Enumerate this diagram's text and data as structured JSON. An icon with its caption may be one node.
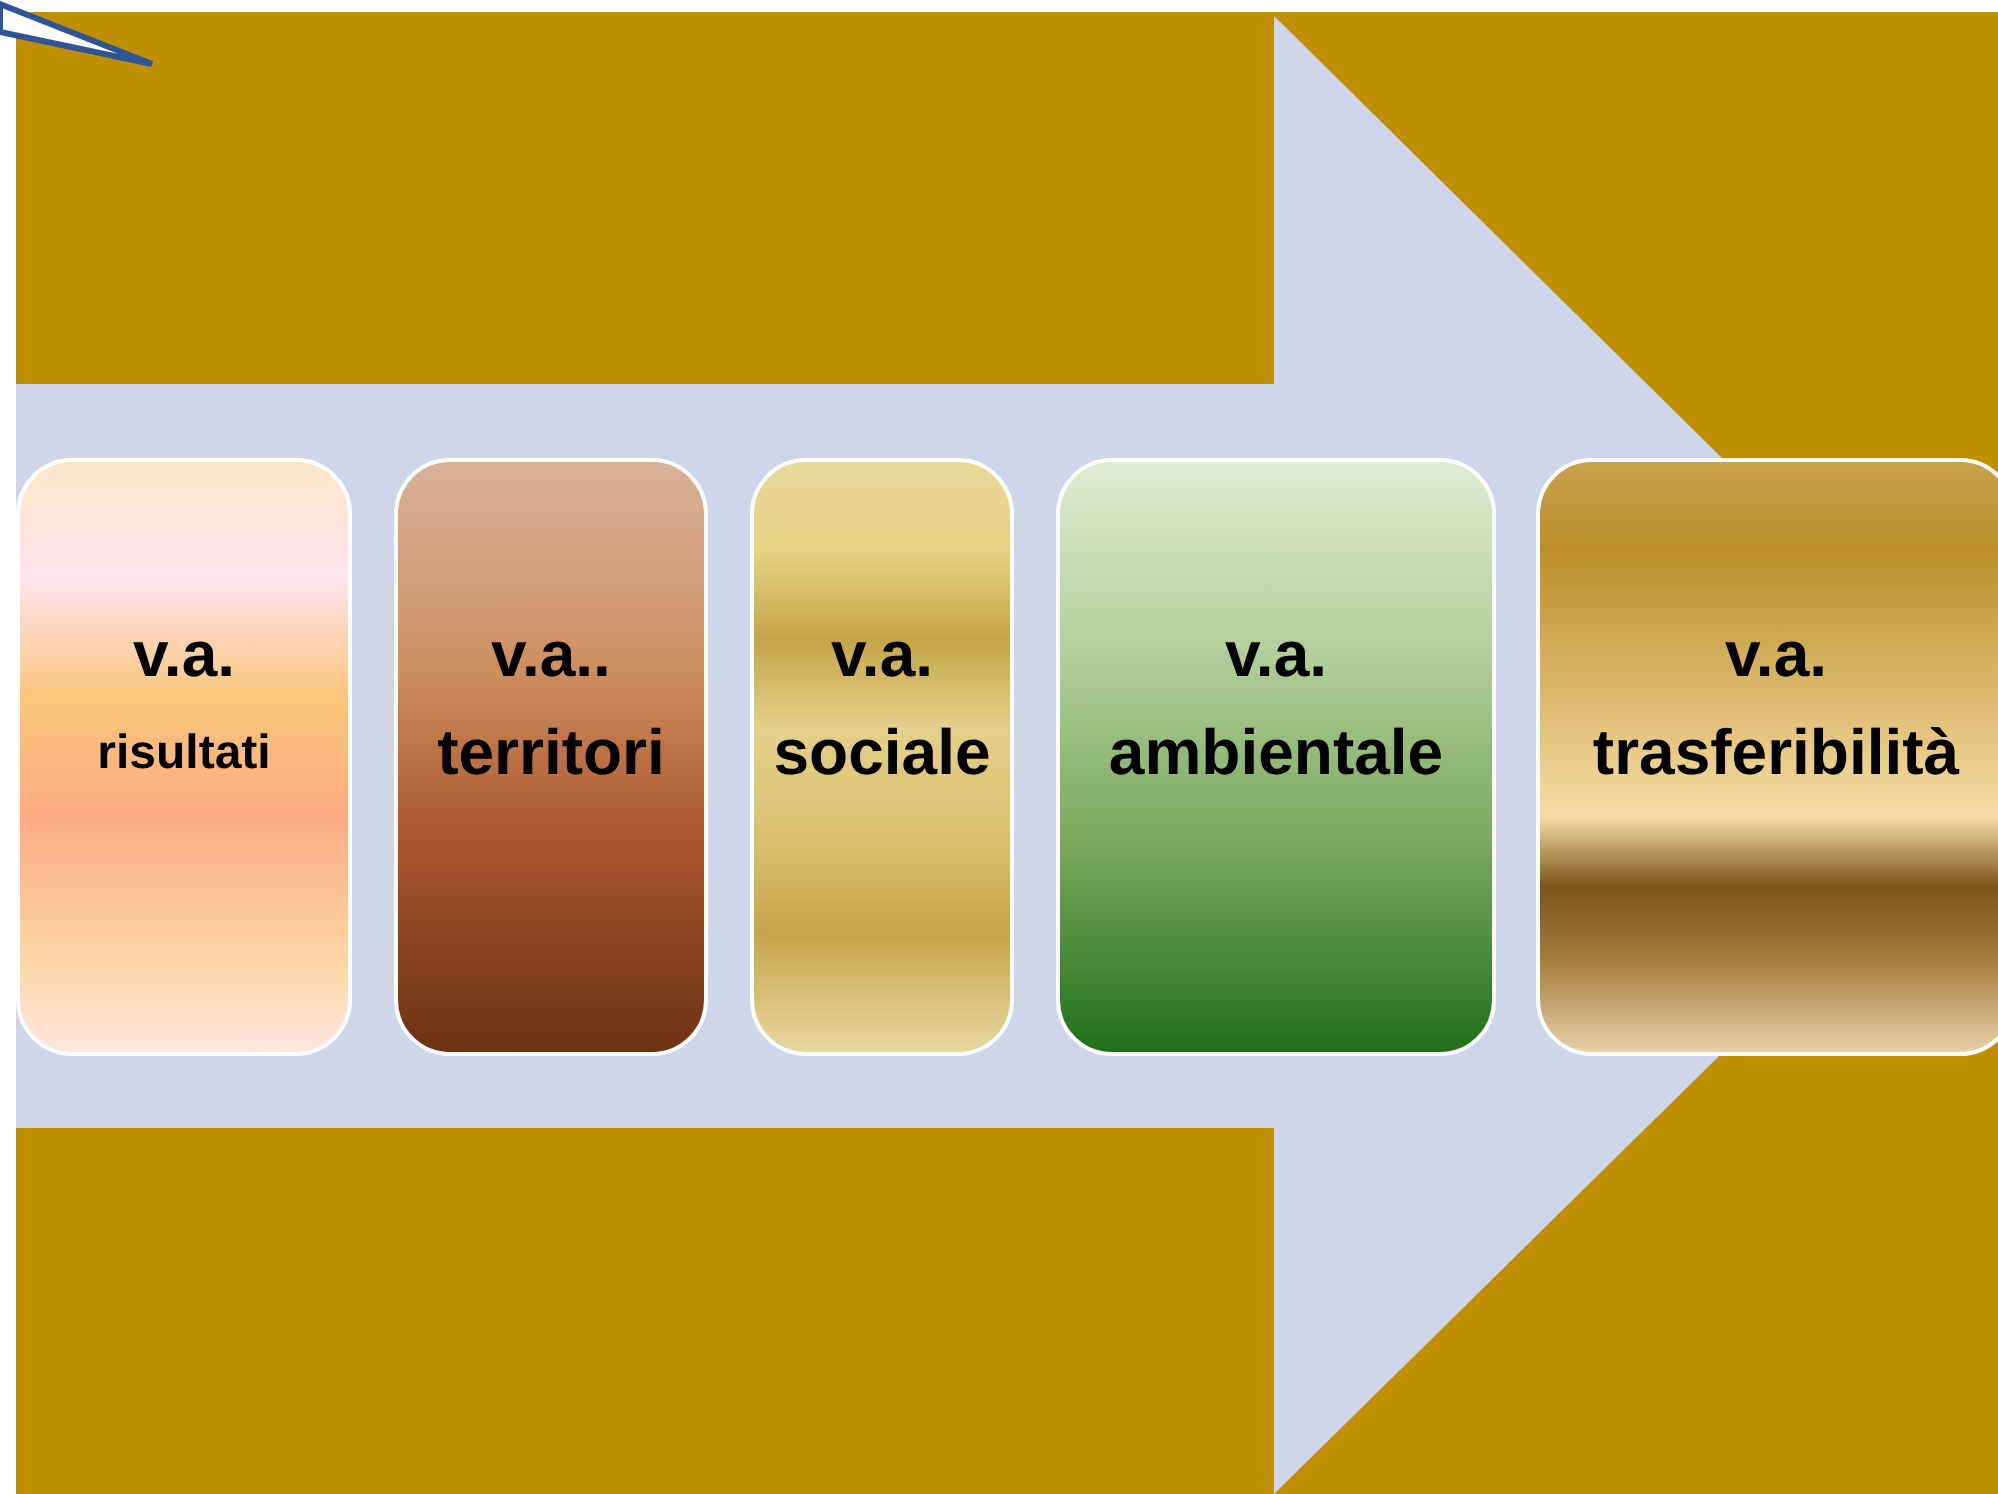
{
  "diagram": {
    "nodes": [
      {
        "text": [
          "v.a.",
          "risultati"
        ]
      },
      {
        "text": [
          "v.a..",
          "territori"
        ]
      },
      {
        "text": [
          "v.a.",
          "sociale"
        ]
      },
      {
        "text": [
          "v.a.",
          "ambientale"
        ]
      },
      {
        "text": [
          "v.a.",
          "trasferibilità"
        ]
      }
    ],
    "edges": [
      {
        "from": 0,
        "to": 4,
        "arrow": "to",
        "style": "thick"
      }
    ]
  }
}
